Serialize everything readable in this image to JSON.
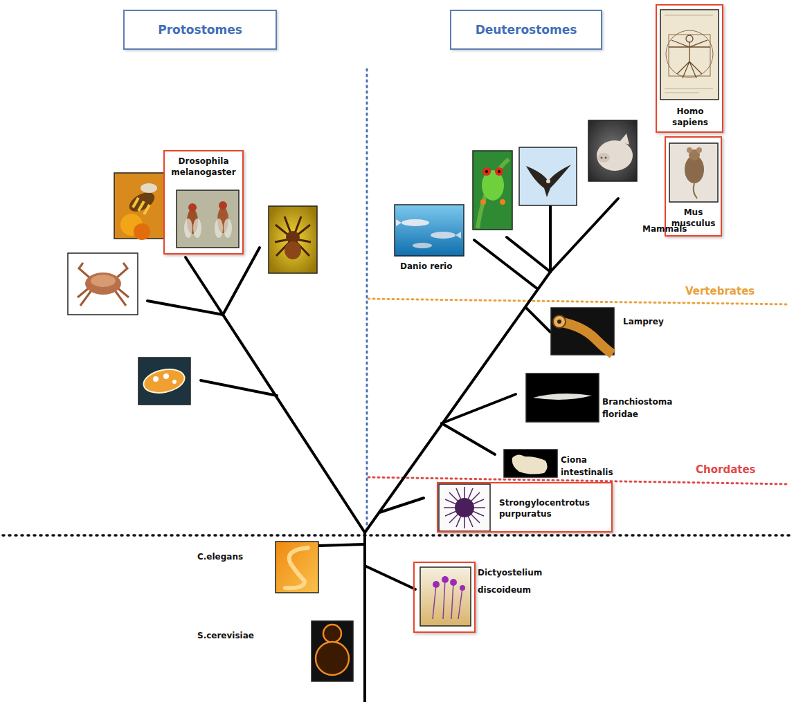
{
  "diagram": {
    "nodes": [
      {
        "text": [
          "Protostomes"
        ]
      },
      {
        "text": [
          "Deuterostomes"
        ]
      },
      {
        "text": [
          "Homo sapiens"
        ]
      },
      {
        "text": [
          "Drosophila melanogaster"
        ]
      },
      {
        "text": [
          "Mus musculus"
        ]
      },
      {
        "text": [
          "Strongylocentrotus purpuratus"
        ]
      },
      {
        "text": [
          "Dictyostelium discoideum"
        ]
      }
    ],
    "labels": [
      "Mammals",
      "Danio rerio",
      "Vertebrates",
      "Lamprey",
      "Branchiostoma floridae",
      "Ciona intestinalis",
      "Chordates",
      "C.elegans",
      "S.cerevisiae"
    ]
  }
}
